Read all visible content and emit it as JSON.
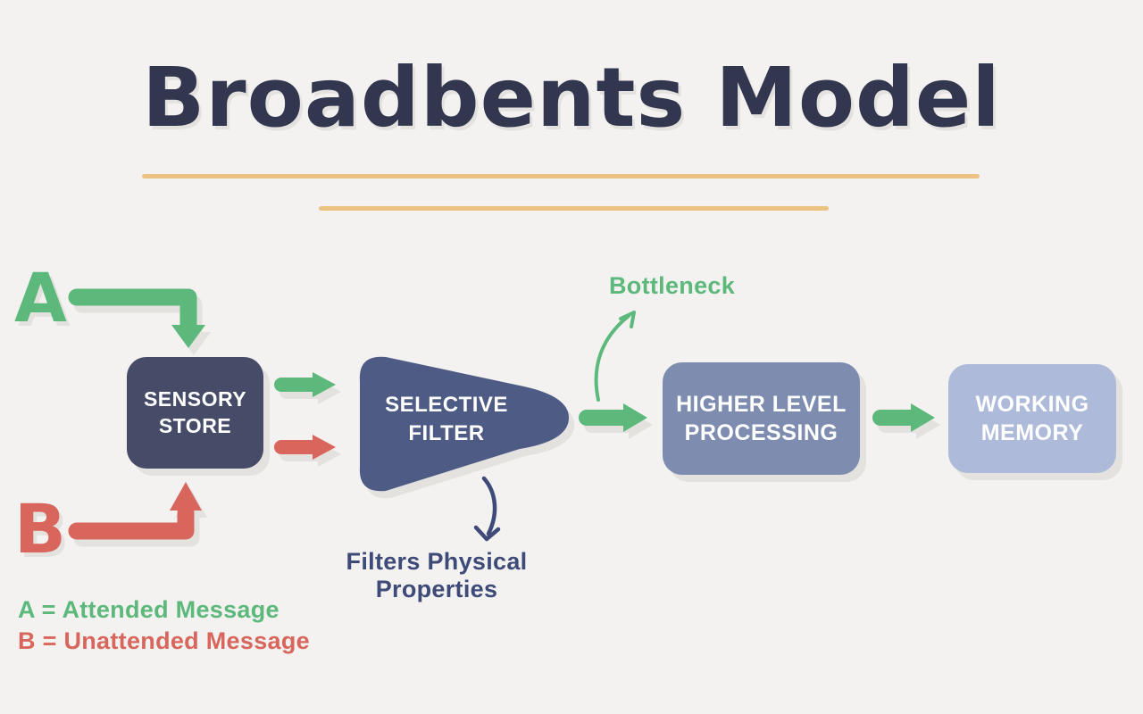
{
  "title": "Broadbents Model",
  "labels": {
    "input_a": "A",
    "input_b": "B",
    "bottleneck": "Bottleneck",
    "filter_note": "Filters Physical Properties",
    "legend_a": "A = Attended Message",
    "legend_b": "B = Unattended Message"
  },
  "nodes": {
    "sensory_store": {
      "label": "SENSORY\nSTORE"
    },
    "selective_filter": {
      "label": "SELECTIVE\nFILTER"
    },
    "higher_level_processing": {
      "label": "HIGHER LEVEL\nPROCESSING"
    },
    "working_memory": {
      "label": "WORKING\nMEMORY"
    }
  },
  "colors": {
    "background": "#f3f2f0",
    "title_navy": "#32374f",
    "sensory_box": "#464b68",
    "filter_funnel": "#4d5b85",
    "processing_box": "#7e8cb0",
    "memory_box": "#aebad9",
    "attended_green": "#5db87b",
    "unattended_red": "#d9665c",
    "underline_tan": "#ecc282",
    "note_navy": "#3e4a78",
    "shadow": "#e3e2df"
  }
}
